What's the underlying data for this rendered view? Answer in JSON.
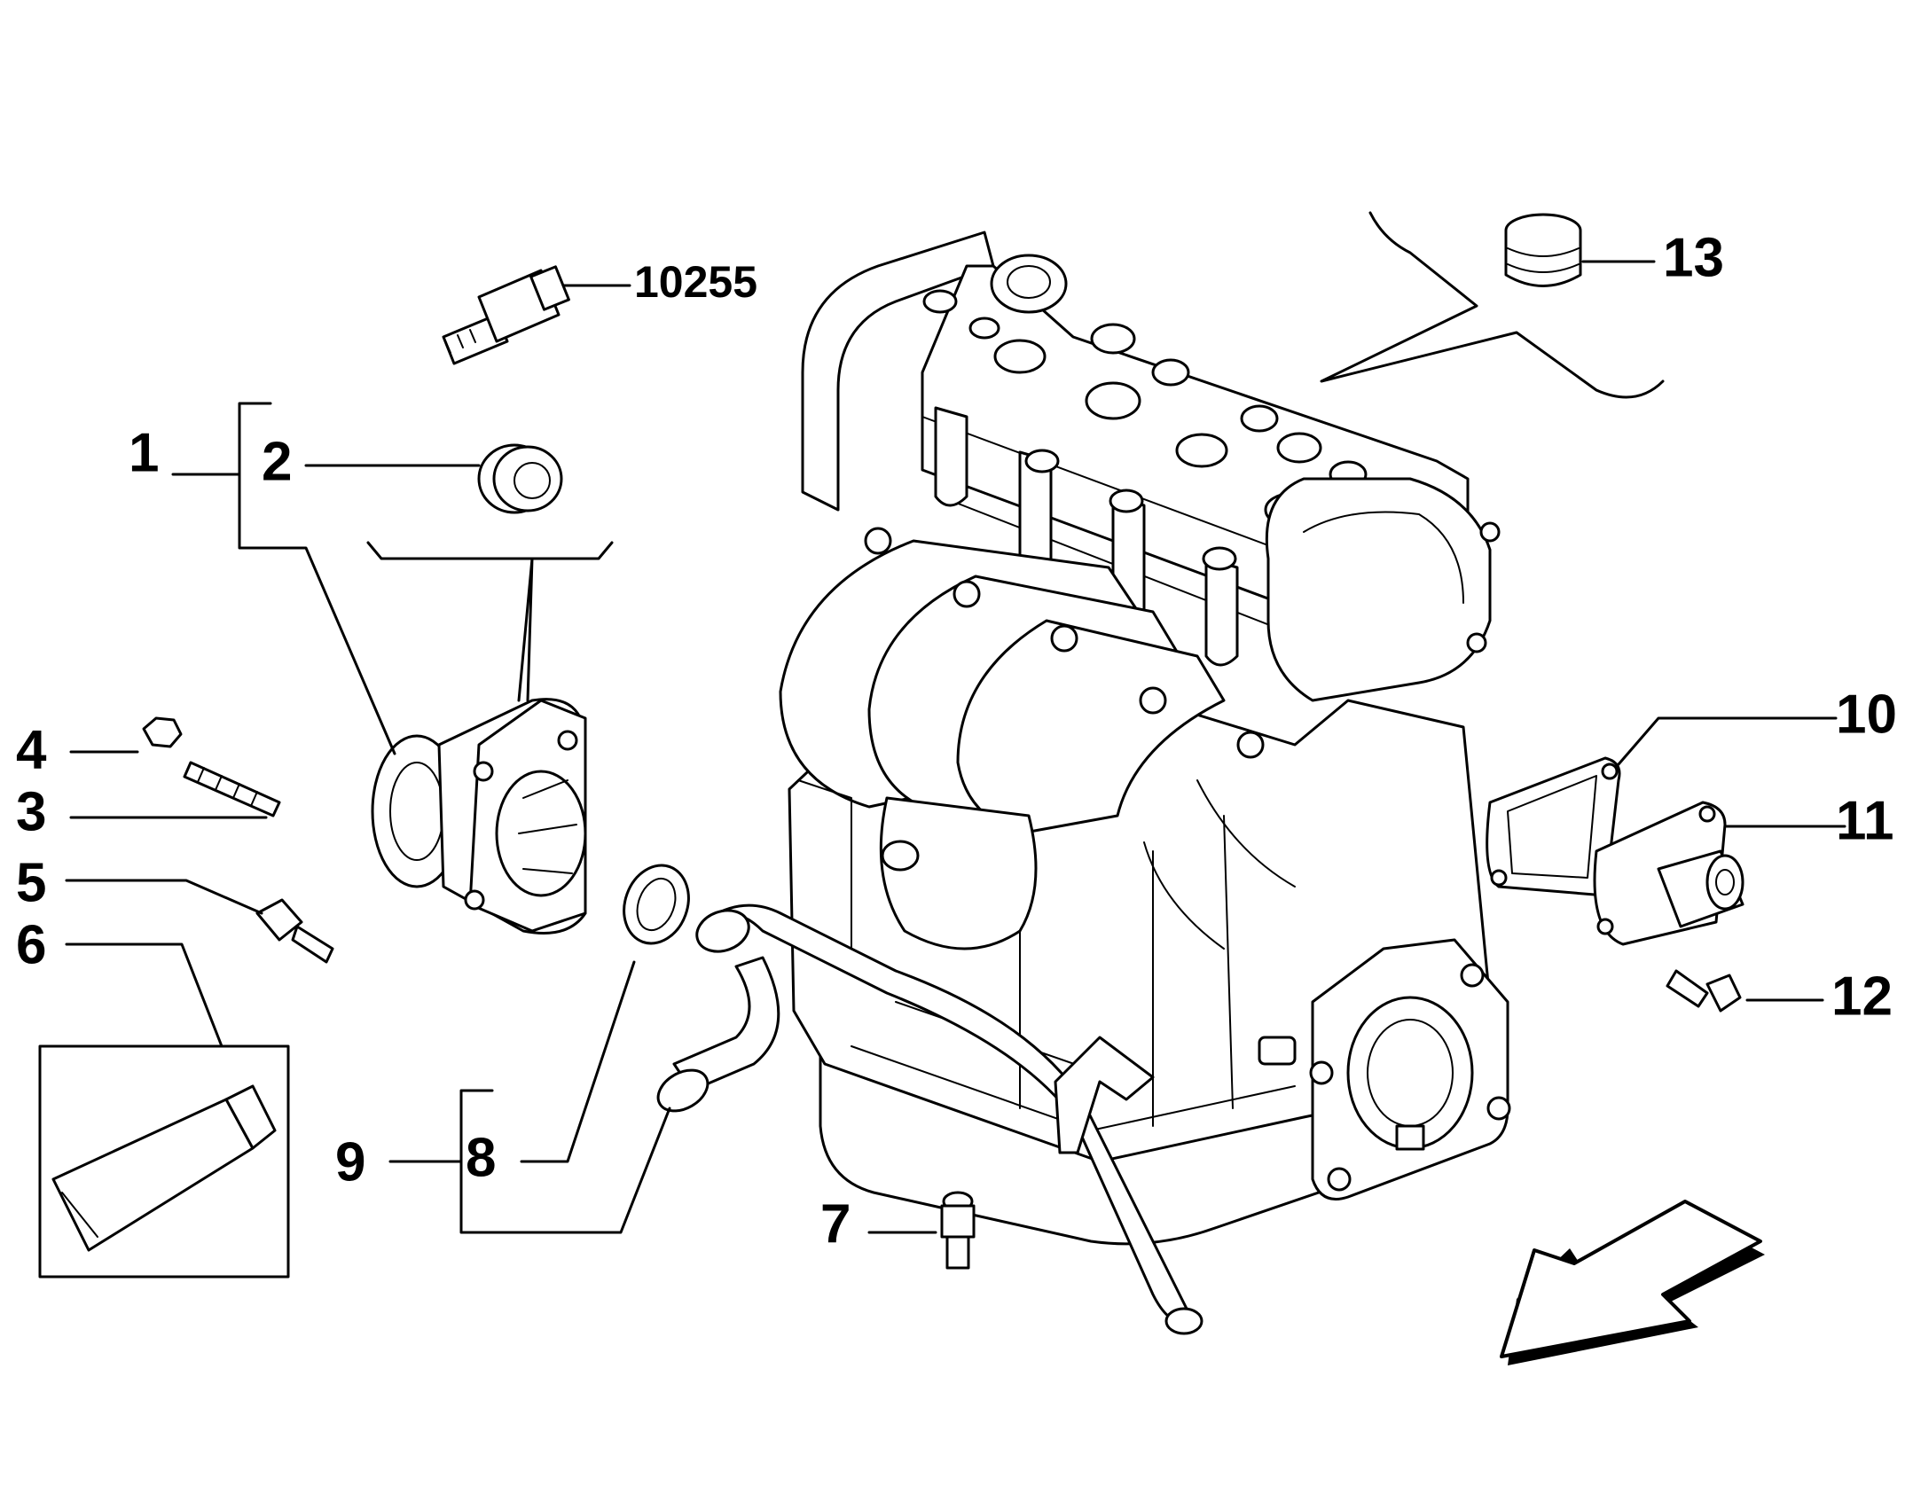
{
  "callouts": {
    "c1": "1",
    "c2": "2",
    "c3": "3",
    "c4": "4",
    "c5": "5",
    "c6": "6",
    "c7": "7",
    "c8": "8",
    "c9": "9",
    "c10": "10",
    "c11": "11",
    "c12": "12",
    "c13": "13",
    "c10255": "10255"
  },
  "colors": {
    "line": "#000000",
    "background": "#ffffff",
    "shade": "#e6e6e6"
  },
  "icons": [
    "direction-arrow-icon"
  ]
}
